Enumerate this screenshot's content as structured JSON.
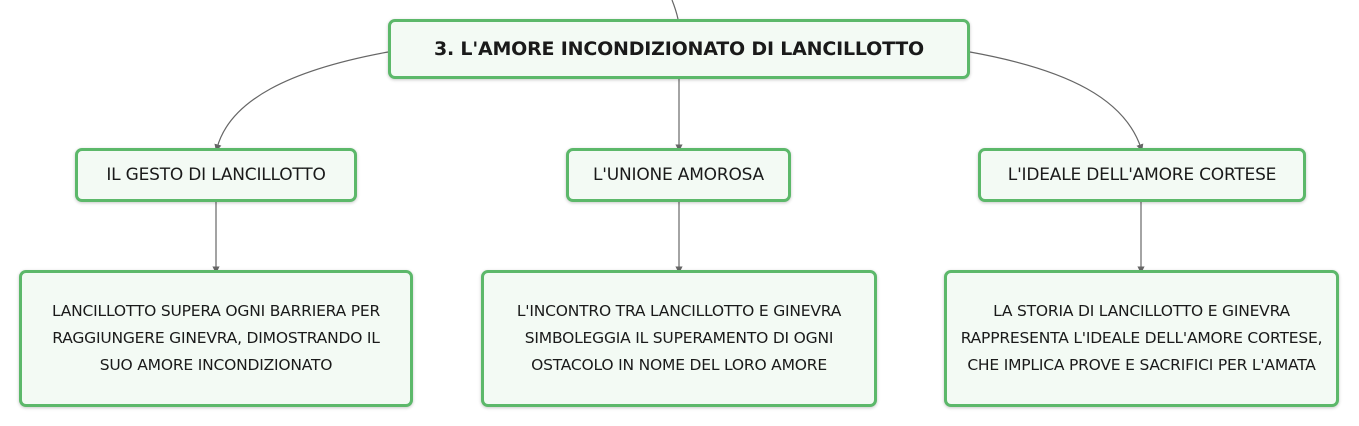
{
  "root": {
    "label": "3. L'AMORE INCONDIZIONATO DI LANCILLOTTO"
  },
  "branches": [
    {
      "label": "IL GESTO DI LANCILLOTTO",
      "detail": "LANCILLOTTO SUPERA OGNI BARRIERA PER RAGGIUNGERE GINEVRA, DIMOSTRANDO IL SUO AMORE INCONDIZIONATO"
    },
    {
      "label": "L'UNIONE AMOROSA",
      "detail": "L'INCONTRO TRA LANCILLOTTO E GINEVRA SIMBOLEGGIA IL SUPERAMENTO DI OGNI OSTACOLO IN NOME DEL LORO AMORE"
    },
    {
      "label": "L'IDEALE DELL'AMORE CORTESE",
      "detail": "LA STORIA DI LANCILLOTTO E GINEVRA RAPPRESENTA L'IDEALE DELL'AMORE CORTESE, CHE IMPLICA PROVE E SACRIFICI PER L'AMATA"
    }
  ],
  "colors": {
    "node_border": "#5cb86a",
    "node_fill": "#f3faf4",
    "connector": "#666666"
  }
}
